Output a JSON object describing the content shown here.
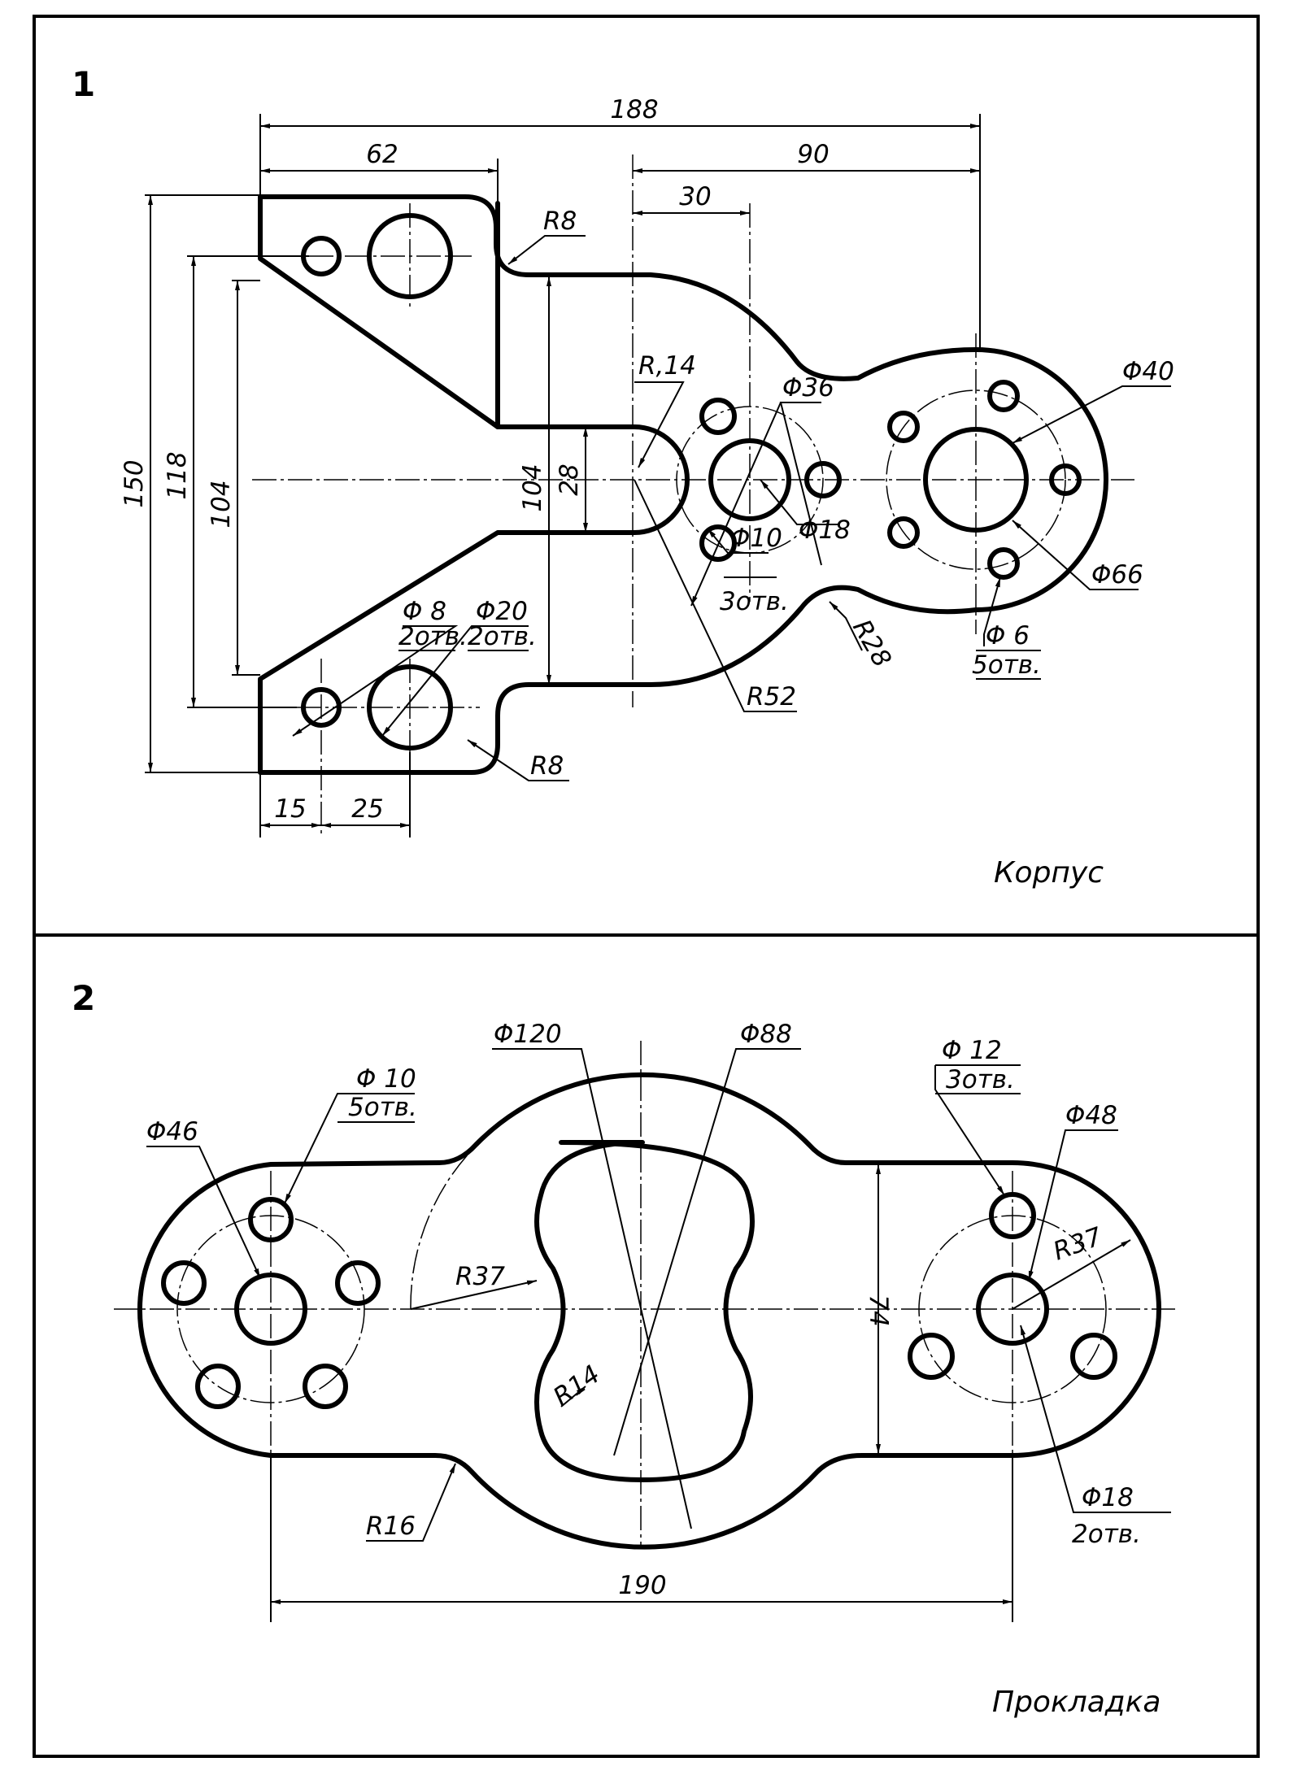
{
  "panel1": {
    "number": "1",
    "title": "Корпус",
    "dims": {
      "d188": "188",
      "d62": "62",
      "d90": "90",
      "d30": "30",
      "r8_top": "R8",
      "r14": "R,14",
      "phi36": "Φ36",
      "phi40": "Φ40",
      "d150": "150",
      "d118": "118",
      "d104_left": "104",
      "d104_mid": "104",
      "d28": "28",
      "phi18": "Φ18",
      "phi10": "Φ10",
      "holes3": "3отв.",
      "r28": "R28",
      "phi66": "Φ66",
      "phi8": "Φ 8",
      "holes2_a": "2отв.",
      "phi20": "Φ20",
      "holes2_b": "2отв.",
      "phi6": "Φ 6",
      "holes5": "5отв.",
      "r52": "R52",
      "r8_bottom": "R8",
      "d15": "15",
      "d25": "25"
    }
  },
  "panel2": {
    "number": "2",
    "title": "Прокладка",
    "dims": {
      "phi120": "Φ120",
      "phi88": "Φ88",
      "phi10": "Φ 10",
      "holes5": "5отв.",
      "phi12": "Φ 12",
      "holes3": "3отв.",
      "phi46": "Φ46",
      "phi48": "Φ48",
      "r37_left": "R37",
      "r37_right": "R37",
      "d74": "74",
      "r14": "R14",
      "phi18": "Φ18",
      "holes2": "2отв.",
      "r16": "R16",
      "d190": "190"
    }
  }
}
